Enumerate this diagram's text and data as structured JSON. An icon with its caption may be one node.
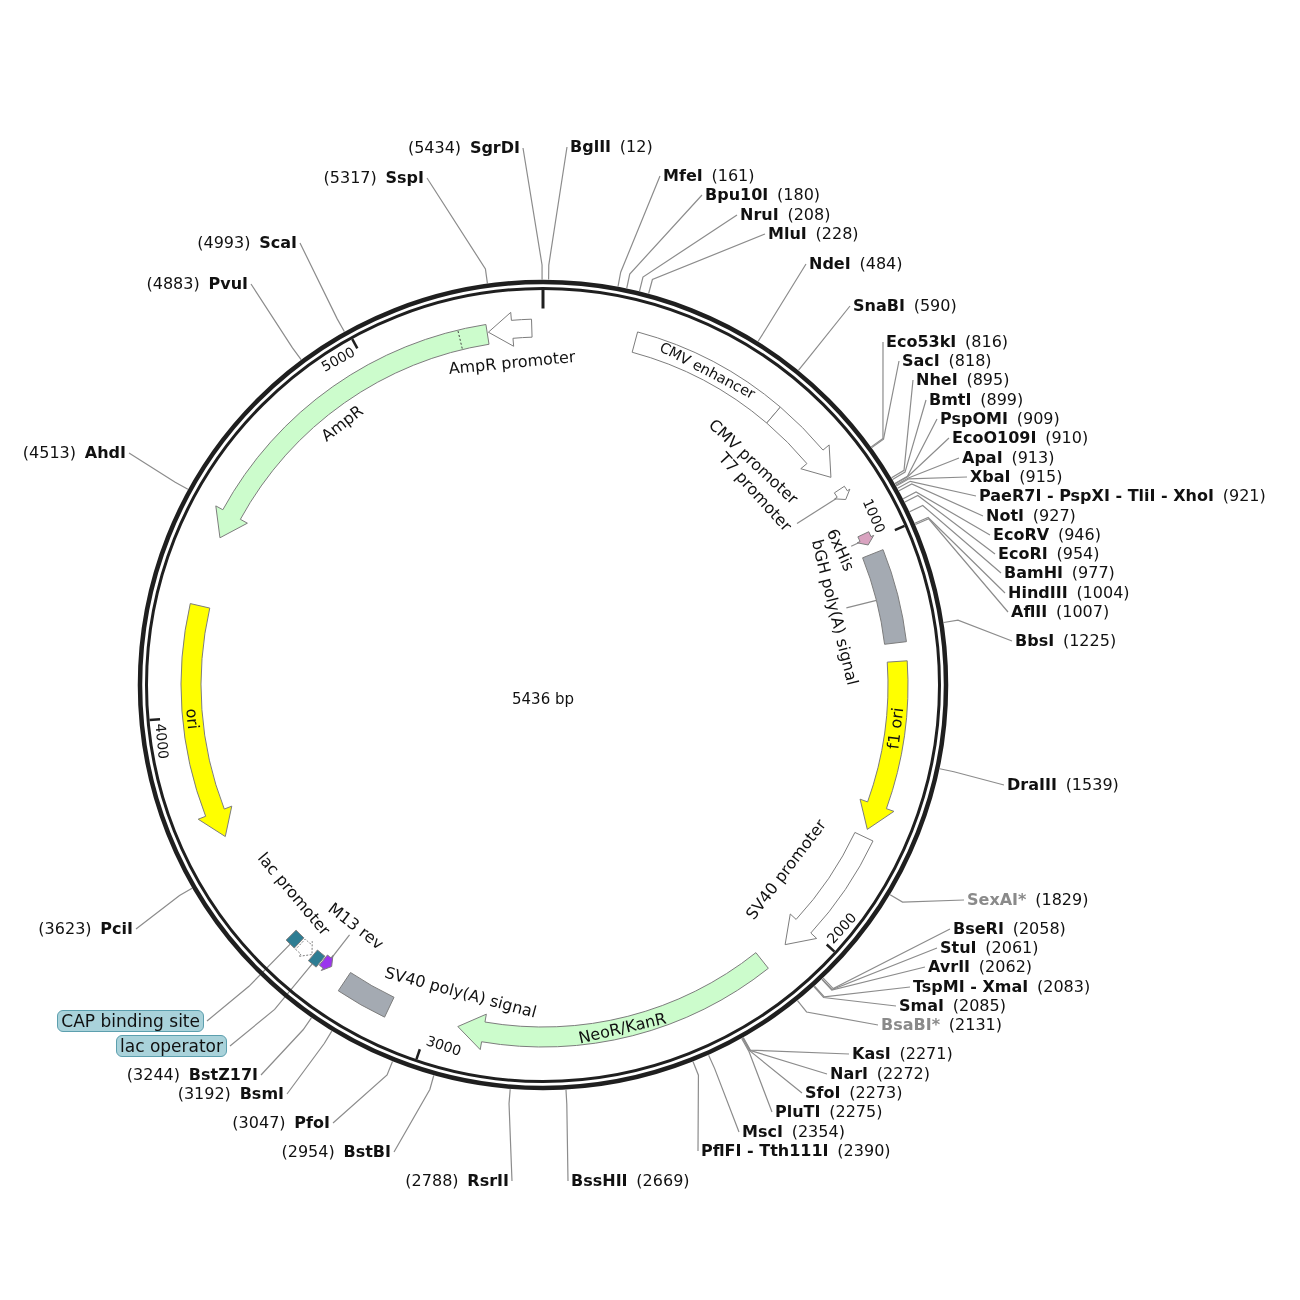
{
  "diagram": {
    "nodes": [
      {
        "text": [
          "CMV enhancer"
        ]
      },
      {
        "text": [
          "CMV promoter"
        ]
      },
      {
        "text": [
          "T7 promoter"
        ]
      },
      {
        "text": [],
        "shape": "arrow"
      },
      {
        "text": [
          "6xHis"
        ]
      },
      {
        "text": [],
        "shape": "arrow"
      },
      {
        "text": [
          "bGH poly(A) signal"
        ]
      },
      {
        "text": [],
        "shape": "box"
      },
      {
        "text": [
          "f1 ori"
        ]
      },
      {
        "text": [
          "SV40 promoter"
        ]
      },
      {
        "text": [
          "NeoR/KanR"
        ]
      },
      {
        "text": [
          "SV40 poly(A) signal"
        ]
      },
      {
        "text": [
          "M13 rev"
        ]
      },
      {
        "text": [],
        "shape": "arrow"
      },
      {
        "text": [],
        "shape": "box"
      },
      {
        "text": [
          "lac promoter"
        ]
      },
      {
        "text": [],
        "shape": "box"
      },
      {
        "text": [
          "ori"
        ]
      },
      {
        "text": [
          "AmpR"
        ]
      },
      {
        "text": [
          "AmpR promoter"
        ]
      },
      {
        "text": [
          "BglII",
          "(12)"
        ]
      },
      {
        "text": [
          "MfeI",
          "(161)"
        ]
      },
      {
        "text": [
          "Bpu10I",
          "(180)"
        ]
      },
      {
        "text": [
          "NruI",
          "(208)"
        ]
      },
      {
        "text": [
          "MluI",
          "(228)"
        ]
      },
      {
        "text": [
          "NdeI",
          "(484)"
        ]
      },
      {
        "text": [
          "SnaBI",
          "(590)"
        ]
      },
      {
        "text": [
          "Eco53kI",
          "(816)"
        ]
      },
      {
        "text": [
          "SacI",
          "(818)"
        ]
      },
      {
        "text": [
          "NheI",
          "(895)"
        ]
      },
      {
        "text": [
          "BmtI",
          "(899)"
        ]
      },
      {
        "text": [
          "PspOMI",
          "(909)"
        ]
      },
      {
        "text": [
          "EcoO109I",
          "(910)"
        ]
      },
      {
        "text": [
          "ApaI",
          "(913)"
        ]
      },
      {
        "text": [
          "XbaI",
          "(915)"
        ]
      },
      {
        "text": [
          "PaeR7I - PspXI - TliI - XhoI",
          "(921)"
        ]
      },
      {
        "text": [
          "NotI",
          "(927)"
        ]
      },
      {
        "text": [
          "EcoRV",
          "(946)"
        ]
      },
      {
        "text": [
          "EcoRI",
          "(954)"
        ]
      },
      {
        "text": [
          "BamHI",
          "(977)"
        ]
      },
      {
        "text": [
          "HindIII",
          "(1004)"
        ]
      },
      {
        "text": [
          "AflII",
          "(1007)"
        ]
      },
      {
        "text": [
          "BbsI",
          "(1225)"
        ]
      },
      {
        "text": [
          "DraIII",
          "(1539)"
        ]
      },
      {
        "text": [
          "SexAI*",
          "(1829)"
        ]
      },
      {
        "text": [
          "BseRI",
          "(2058)"
        ]
      },
      {
        "text": [
          "StuI",
          "(2061)"
        ]
      },
      {
        "text": [
          "AvrII",
          "(2062)"
        ]
      },
      {
        "text": [
          "TspMI - XmaI",
          "(2083)"
        ]
      },
      {
        "text": [
          "SmaI",
          "(2085)"
        ]
      },
      {
        "text": [
          "BsaBI*",
          "(2131)"
        ]
      },
      {
        "text": [
          "KasI",
          "(2271)"
        ]
      },
      {
        "text": [
          "NarI",
          "(2272)"
        ]
      },
      {
        "text": [
          "SfoI",
          "(2273)"
        ]
      },
      {
        "text": [
          "PluTI",
          "(2275)"
        ]
      },
      {
        "text": [
          "MscI",
          "(2354)"
        ]
      },
      {
        "text": [
          "PflFI - Tth111I",
          "(2390)"
        ]
      },
      {
        "text": [
          "BssHII",
          "(2669)"
        ]
      },
      {
        "text": [
          "(2788)",
          "RsrII"
        ]
      },
      {
        "text": [
          "(2954)",
          "BstBI"
        ]
      },
      {
        "text": [
          "(3047)",
          "PfoI"
        ]
      },
      {
        "text": [
          "(3192)",
          "BsmI"
        ]
      },
      {
        "text": [
          "(3244)",
          "BstZ17I"
        ]
      },
      {
        "text": [
          "lac operator"
        ]
      },
      {
        "text": [
          "CAP binding site"
        ]
      },
      {
        "text": [
          "(3623)",
          "PciI"
        ]
      },
      {
        "text": [
          "(4513)",
          "AhdI"
        ]
      },
      {
        "text": [
          "(4883)",
          "PvuI"
        ]
      },
      {
        "text": [
          "(4993)",
          "ScaI"
        ]
      },
      {
        "text": [
          "(5317)",
          "SspI"
        ]
      },
      {
        "text": [
          "(5434)",
          "SgrDI"
        ]
      }
    ],
    "edges": [
      {
        "from": 2,
        "to": 3,
        "arrow": "none"
      },
      {
        "from": 4,
        "to": 5,
        "arrow": "none"
      },
      {
        "from": 6,
        "to": 7,
        "arrow": "none"
      },
      {
        "from": 12,
        "to": 13,
        "arrow": "none"
      },
      {
        "from": 20,
        "to": null,
        "arrow": "none"
      },
      {
        "from": 21,
        "to": null,
        "arrow": "none"
      },
      {
        "from": 22,
        "to": null,
        "arrow": "none"
      },
      {
        "from": 23,
        "to": null,
        "arrow": "none"
      },
      {
        "from": 24,
        "to": null,
        "arrow": "none"
      },
      {
        "from": 25,
        "to": null,
        "arrow": "none"
      },
      {
        "from": 26,
        "to": null,
        "arrow": "none"
      },
      {
        "from": 27,
        "to": null,
        "arrow": "none"
      },
      {
        "from": 28,
        "to": null,
        "arrow": "none"
      },
      {
        "from": 29,
        "to": null,
        "arrow": "none"
      },
      {
        "from": 30,
        "to": null,
        "arrow": "none"
      },
      {
        "from": 31,
        "to": null,
        "arrow": "none"
      },
      {
        "from": 32,
        "to": null,
        "arrow": "none"
      },
      {
        "from": 33,
        "to": null,
        "arrow": "none"
      },
      {
        "from": 34,
        "to": null,
        "arrow": "none"
      },
      {
        "from": 35,
        "to": null,
        "arrow": "none"
      },
      {
        "from": 36,
        "to": null,
        "arrow": "none"
      },
      {
        "from": 37,
        "to": null,
        "arrow": "none"
      },
      {
        "from": 38,
        "to": null,
        "arrow": "none"
      },
      {
        "from": 39,
        "to": null,
        "arrow": "none"
      },
      {
        "from": 40,
        "to": null,
        "arrow": "none"
      },
      {
        "from": 41,
        "to": null,
        "arrow": "none"
      },
      {
        "from": 42,
        "to": null,
        "arrow": "none"
      },
      {
        "from": 43,
        "to": null,
        "arrow": "none"
      },
      {
        "from": 44,
        "to": null,
        "arrow": "none"
      },
      {
        "from": 45,
        "to": null,
        "arrow": "none"
      },
      {
        "from": 46,
        "to": null,
        "arrow": "none"
      },
      {
        "from": 47,
        "to": null,
        "arrow": "none"
      },
      {
        "from": 48,
        "to": null,
        "arrow": "none"
      },
      {
        "from": 49,
        "to": null,
        "arrow": "none"
      },
      {
        "from": 50,
        "to": null,
        "arrow": "none"
      },
      {
        "from": 51,
        "to": null,
        "arrow": "none"
      },
      {
        "from": 52,
        "to": null,
        "arrow": "none"
      },
      {
        "from": 53,
        "to": null,
        "arrow": "none"
      },
      {
        "from": 54,
        "to": null,
        "arrow": "none"
      },
      {
        "from": 55,
        "to": null,
        "arrow": "none"
      },
      {
        "from": 56,
        "to": null,
        "arrow": "none"
      },
      {
        "from": 57,
        "to": null,
        "arrow": "none"
      },
      {
        "from": 58,
        "to": null,
        "arrow": "none"
      },
      {
        "from": 59,
        "to": null,
        "arrow": "none"
      },
      {
        "from": 60,
        "to": null,
        "arrow": "none"
      },
      {
        "from": 61,
        "to": null,
        "arrow": "none"
      },
      {
        "from": 62,
        "to": null,
        "arrow": "none"
      },
      {
        "from": 63,
        "to": 14,
        "arrow": "none"
      },
      {
        "from": 64,
        "to": 16,
        "arrow": "none"
      },
      {
        "from": 65,
        "to": null,
        "arrow": "none"
      },
      {
        "from": 66,
        "to": null,
        "arrow": "none"
      },
      {
        "from": 67,
        "to": null,
        "arrow": "none"
      },
      {
        "from": 68,
        "to": null,
        "arrow": "none"
      },
      {
        "from": 69,
        "to": null,
        "arrow": "none"
      },
      {
        "from": 70,
        "to": null,
        "arrow": "none"
      }
    ],
    "labels": [
      "5436 bp",
      "1000",
      "2000",
      "3000",
      "4000",
      "5000"
    ]
  }
}
